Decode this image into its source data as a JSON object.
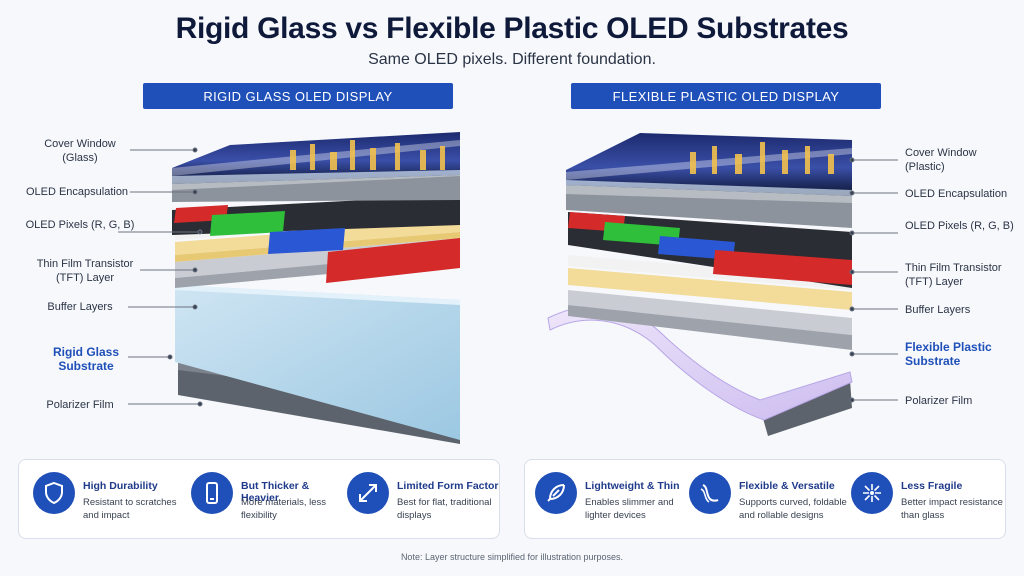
{
  "title": "Rigid Glass vs Flexible Plastic OLED Substrates",
  "subtitle": "Same OLED pixels. Different foundation.",
  "left": {
    "banner": "RIGID GLASS OLED DISPLAY",
    "labels": {
      "cover": "Cover Window (Glass)",
      "encap": "OLED Encapsulation",
      "pixels": "OLED Pixels (R, G, B)",
      "tft": "Thin Film Transistor (TFT) Layer",
      "buffer": "Buffer Layers",
      "substrate": "Rigid Glass Substrate",
      "polarizer": "Polarizer Film"
    },
    "features": [
      {
        "title": "High Durability",
        "desc": "Resistant to scratches and impact",
        "icon": "shield-icon"
      },
      {
        "title": "But Thicker & Heavier",
        "desc": "More materials, less flexibility",
        "icon": "phone-icon"
      },
      {
        "title": "Limited Form Factor",
        "desc": "Best for flat, traditional displays",
        "icon": "expand-arrows-icon"
      }
    ]
  },
  "right": {
    "banner": "FLEXIBLE PLASTIC OLED DISPLAY",
    "labels": {
      "cover": "Cover Window (Plastic)",
      "encap": "OLED Encapsulation",
      "pixels": "OLED Pixels (R, G, B)",
      "tft": "Thin Film Transistor (TFT) Layer",
      "buffer": "Buffer Layers",
      "substrate": "Flexible Plastic Substrate",
      "polarizer": "Polarizer Film"
    },
    "features": [
      {
        "title": "Lightweight & Thin",
        "desc": "Enables slimmer and lighter devices",
        "icon": "feather-icon"
      },
      {
        "title": "Flexible & Versatile",
        "desc": "Supports curved, foldable and rollable designs",
        "icon": "flexible-sheet-icon"
      },
      {
        "title": "Less Fragile",
        "desc": "Better impact resistance than glass",
        "icon": "impact-crack-icon"
      }
    ]
  },
  "footnote": "Note: Layer structure simplified for illustration purposes.",
  "colors": {
    "accent": "#1f4fb8",
    "red": "#d42a2a",
    "green": "#2fbf3a",
    "blue": "#2a57d4",
    "glass": "#bcd9ec",
    "plastic": "#ddd2f2",
    "tft": "#f3dc9a"
  }
}
